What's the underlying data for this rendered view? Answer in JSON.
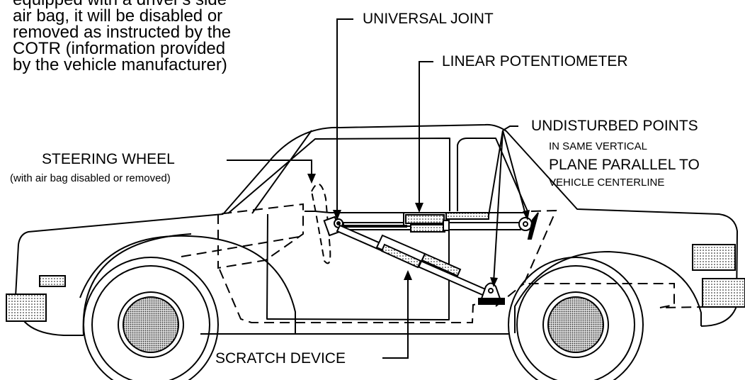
{
  "note": {
    "lines": [
      "equipped with a driver's side",
      "air bag, it will be disabled or",
      "removed as instructed by the",
      "COTR (information provided",
      "by the vehicle manufacturer)"
    ]
  },
  "labels": {
    "universal_joint": "UNIVERSAL JOINT",
    "linear_potentiometer": "LINEAR POTENTIOMETER",
    "undisturbed_points": "UNDISTURBED POINTS",
    "undisturbed_sub1": "IN SAME VERTICAL",
    "undisturbed_sub2": "PLANE PARALLEL TO",
    "undisturbed_sub3": "VEHICLE CENTERLINE",
    "steering_wheel": "STEERING WHEEL",
    "steering_wheel_sub": "(with air bag disabled or removed)",
    "scratch_device": "SCRATCH DEVICE"
  }
}
